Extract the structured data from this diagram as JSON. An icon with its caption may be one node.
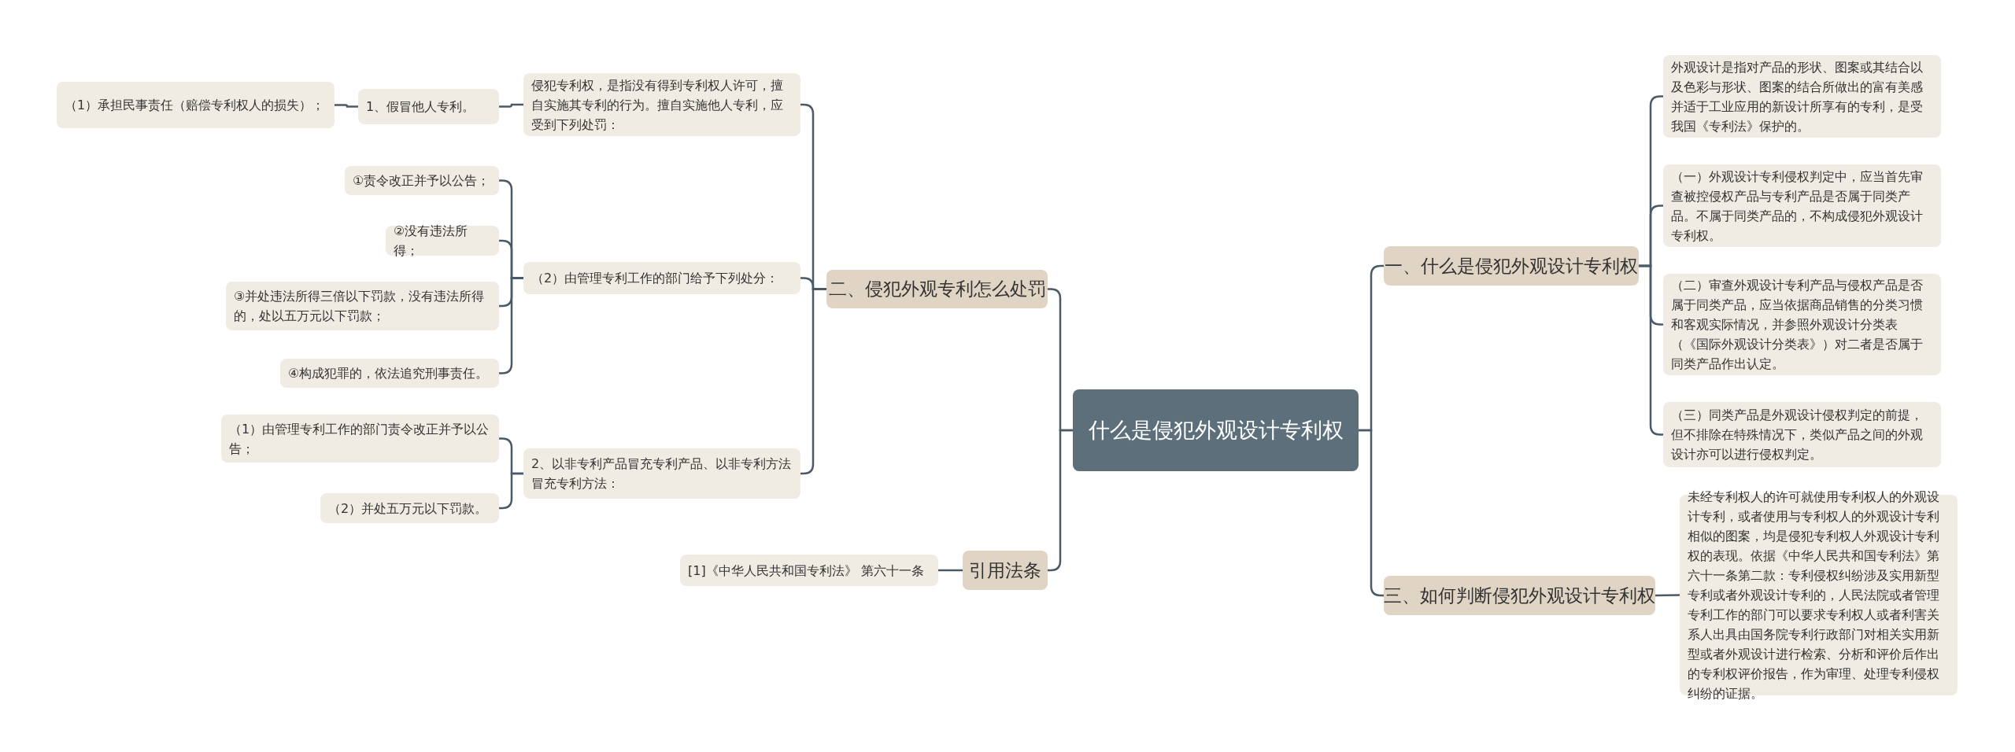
{
  "diagram": {
    "nodes": [
      {
        "text": [
          "什么是侵犯外观设计专利权"
        ]
      },
      {
        "text": [
          "一、什么是侵犯外观设计专利权"
        ]
      },
      {
        "text": [
          "外观设计是指对产品的形状、图案或其结合以及色彩与形状、图案的结合所做出的富有美感并适于工业应用的新设计所享有的专利，是受我国《专利法》保护的。"
        ]
      },
      {
        "text": [
          "（一）外观设计专利侵权判定中，应当首先审查被控侵权产品与专利产品是否属于同类产品。不属于同类产品的，不构成侵犯外观设计专利权。"
        ]
      },
      {
        "text": [
          "（二）审查外观设计专利产品与侵权产品是否属于同类产品，应当依据商品销售的分类习惯和客观实际情况，并参照外观设计分类表（《国际外观设计分类表》）对二者是否属于同类产品作出认定。"
        ]
      },
      {
        "text": [
          "（三）同类产品是外观设计侵权判定的前提，但不排除在特殊情况下，类似产品之间的外观设计亦可以进行侵权判定。"
        ]
      },
      {
        "text": [
          "三、如何判断侵犯外观设计专利权"
        ]
      },
      {
        "text": [
          "未经专利权人的许可就使用专利权人的外观设计专利，或者使用与专利权人的外观设计专利相似的图案，均是侵犯专利权人外观设计专利权的表现。依据《中华人民共和国专利法》第六十一条第二款：专利侵权纠纷涉及实用新型专利或者外观设计专利的，人民法院或者管理专利工作的部门可以要求专利权人或者利害关系人出具由国务院专利行政部门对相关实用新型或者外观设计进行检索、分析和评价后作出的专利权评价报告，作为审理、处理专利侵权纠纷的证据。"
        ]
      },
      {
        "text": [
          "二、侵犯外观专利怎么处罚"
        ]
      },
      {
        "text": [
          "侵犯专利权，是指没有得到专利权人许可，擅自实施其专利的行为。擅自实施他人专利，应受到下列处罚："
        ]
      },
      {
        "text": [
          "1、假冒他人专利。"
        ]
      },
      {
        "text": [
          "（1）承担民事责任（赔偿专利权人的损失）；"
        ]
      },
      {
        "text": [
          "（2）由管理专利工作的部门给予下列处分："
        ]
      },
      {
        "text": [
          "①责令改正并予以公告；"
        ]
      },
      {
        "text": [
          "②没有违法所得；"
        ]
      },
      {
        "text": [
          "③并处违法所得三倍以下罚款，没有违法所得的，处以五万元以下罚款；"
        ]
      },
      {
        "text": [
          "④构成犯罪的，依法追究刑事责任。"
        ]
      },
      {
        "text": [
          "2、以非专利产品冒充专利产品、以非专利方法冒充专利方法："
        ]
      },
      {
        "text": [
          "（1）由管理专利工作的部门责令改正并予以公告；"
        ]
      },
      {
        "text": [
          "（2）并处五万元以下罚款。"
        ]
      },
      {
        "text": [
          "引用法条"
        ]
      },
      {
        "text": [
          "[1]《中华人民共和国专利法》 第六十一条"
        ]
      }
    ],
    "edges": [
      {
        "from": 0,
        "to": 1,
        "arrow": "none"
      },
      {
        "from": 1,
        "to": 2,
        "arrow": "none"
      },
      {
        "from": 1,
        "to": 3,
        "arrow": "none"
      },
      {
        "from": 1,
        "to": 4,
        "arrow": "none"
      },
      {
        "from": 1,
        "to": 5,
        "arrow": "none"
      },
      {
        "from": 0,
        "to": 6,
        "arrow": "none"
      },
      {
        "from": 6,
        "to": 7,
        "arrow": "none"
      },
      {
        "from": 0,
        "to": 8,
        "arrow": "none"
      },
      {
        "from": 8,
        "to": 9,
        "arrow": "none"
      },
      {
        "from": 9,
        "to": 10,
        "arrow": "none"
      },
      {
        "from": 10,
        "to": 11,
        "arrow": "none"
      },
      {
        "from": 8,
        "to": 12,
        "arrow": "none"
      },
      {
        "from": 12,
        "to": 13,
        "arrow": "none"
      },
      {
        "from": 12,
        "to": 14,
        "arrow": "none"
      },
      {
        "from": 12,
        "to": 15,
        "arrow": "none"
      },
      {
        "from": 12,
        "to": 16,
        "arrow": "none"
      },
      {
        "from": 8,
        "to": 17,
        "arrow": "none"
      },
      {
        "from": 17,
        "to": 18,
        "arrow": "none"
      },
      {
        "from": 17,
        "to": 19,
        "arrow": "none"
      },
      {
        "from": 0,
        "to": 20,
        "arrow": "none"
      },
      {
        "from": 20,
        "to": 21,
        "arrow": "none"
      }
    ]
  }
}
